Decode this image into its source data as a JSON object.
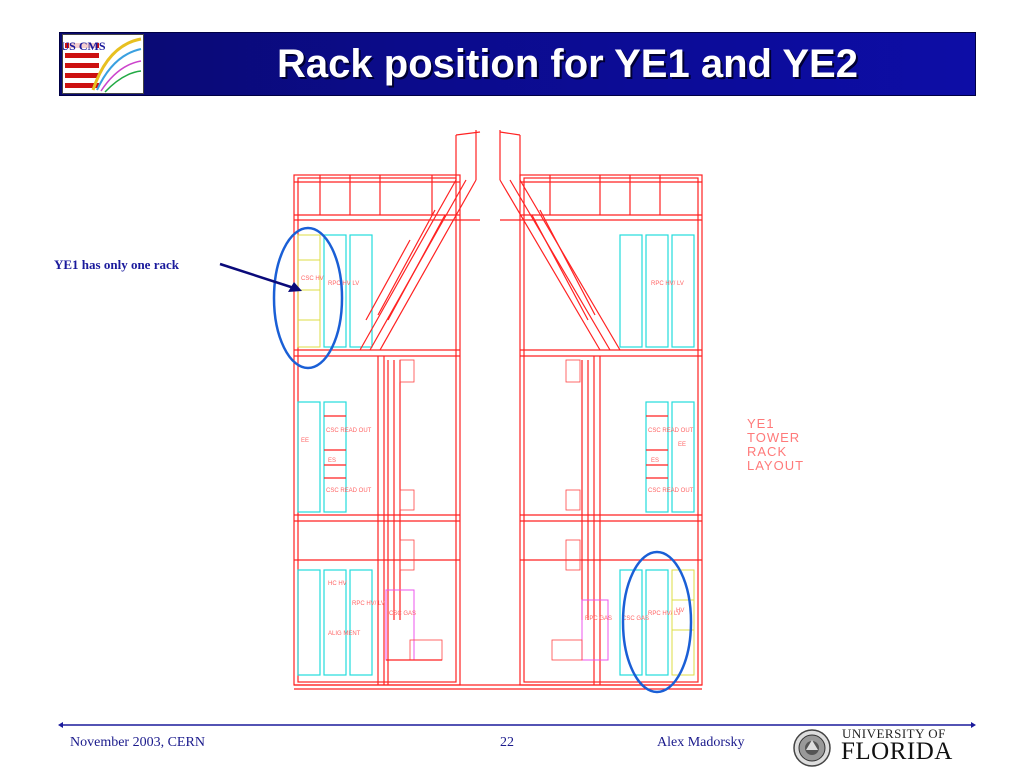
{
  "slide": {
    "title": "Rack position for YE1 and YE2",
    "logo_text": "US CMS",
    "annotation": "YE1 has only one rack",
    "drawing_caption": [
      "YE1",
      "TOWER",
      "RACK",
      "LAYOUT"
    ],
    "rack_labels": {
      "left_top_1": "CSC HV",
      "left_top_2": "RPC HV LV",
      "left_mid_ee": "EE",
      "left_mid_read": "CSC READ OUT",
      "left_mid_es": "ES",
      "left_mid_read2": "CSC READ OUT",
      "left_bot_hc": "HC HV",
      "left_bot_rpc": "RPC HV/ LV",
      "left_bot_align": "ALIG MENT",
      "left_bot_gas": "CSC GAS",
      "right_top": "RPC HV/ LV",
      "right_mid_read": "CSC READ OUT",
      "right_mid_ee": "EE",
      "right_mid_es": "ES",
      "right_mid_read2": "CSC READ OUT",
      "right_bot_gas_rpc": "RPC GAS",
      "right_bot_gas_csc": "CSC GAS",
      "right_bot_rpc": "RPC HV/ LV",
      "right_bot_hv": "HV"
    }
  },
  "footer": {
    "date": "November 2003, CERN",
    "page": "22",
    "author": "Alex Madorsky",
    "university_line1": "UNIVERSITY OF",
    "university_line2": "FLORIDA"
  },
  "colors": {
    "title_bar": "#0b0b8c",
    "drawing_lines": "#ff2222",
    "rack_cyan": "#22dddd",
    "highlight_ellipse": "#1a5fd6",
    "annotation": "#1a1a9c"
  }
}
